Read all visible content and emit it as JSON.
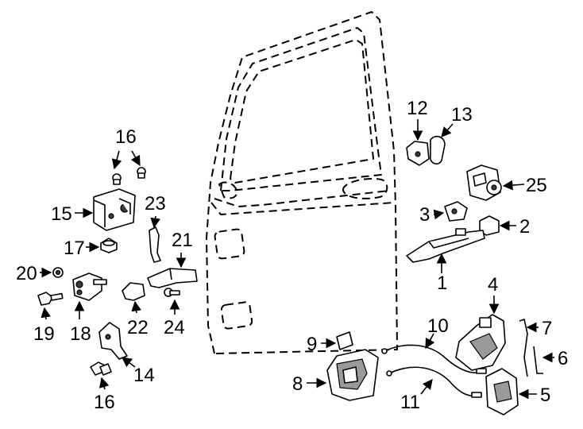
{
  "callouts": {
    "c1": "1",
    "c2": "2",
    "c3": "3",
    "c4": "4",
    "c5": "5",
    "c6": "6",
    "c7": "7",
    "c8": "8",
    "c9": "9",
    "c10": "10",
    "c11": "11",
    "c12": "12",
    "c13": "13",
    "c14": "14",
    "c15": "15",
    "c16_top": "16",
    "c16_bottom": "16",
    "c17": "17",
    "c18": "18",
    "c19": "19",
    "c20": "20",
    "c21": "21",
    "c22": "22",
    "c23": "23",
    "c24": "24",
    "c25": "25"
  }
}
